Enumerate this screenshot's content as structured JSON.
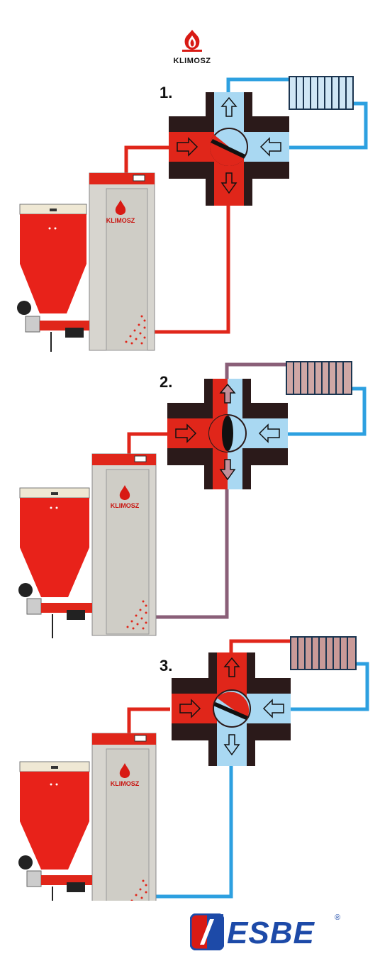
{
  "header": {
    "brand": "KLIMOSZ"
  },
  "panels": [
    {
      "step": "1.",
      "boiler_brand": "KLIMOSZ",
      "valve_state": "supply-to-radiator"
    },
    {
      "step": "2.",
      "boiler_brand": "KLIMOSZ",
      "valve_state": "mixing"
    },
    {
      "step": "3.",
      "boiler_brand": "KLIMOSZ",
      "valve_state": "supply-to-radiator-return-to-boiler"
    }
  ],
  "footer": {
    "brand": "ESBE",
    "registered_mark": "®"
  },
  "colors": {
    "hot": "#e0261a",
    "cold": "#2da0e0",
    "valve_dark": "#2b1a1a",
    "valve_light": "#a9d8f2",
    "hopper_red": "#e8221a",
    "boiler_grey": "#d7d5cf"
  }
}
